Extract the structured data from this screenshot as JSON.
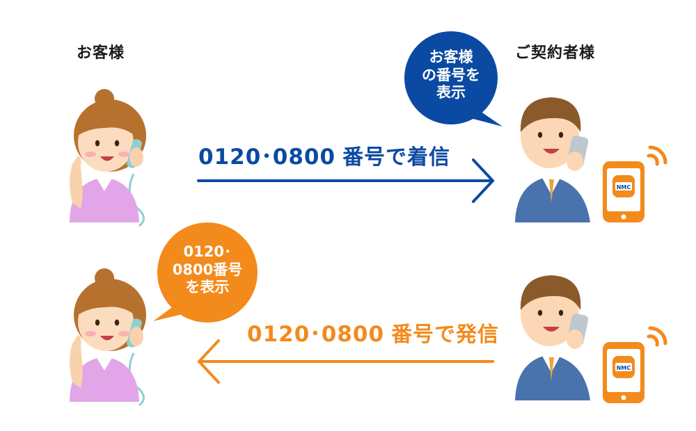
{
  "left_title": "お客様",
  "right_title": "ご契約者様",
  "top_flow": {
    "number": "0120･0800",
    "text": "番号で着信"
  },
  "bottom_flow": {
    "number": "0120･0800",
    "text": "番号で発信"
  },
  "blue_bubble": {
    "lines": [
      "お客様",
      "の番号を",
      "表示"
    ]
  },
  "orange_bubble": {
    "lines": [
      "0120･",
      "0800番号",
      "を表示"
    ]
  },
  "phone_app_label": "NMC",
  "colors": {
    "blue": "#0b4aa2",
    "orange": "#f38a1c",
    "bubble_blue": "#0b4aa2",
    "bubble_orange": "#f38a1c"
  }
}
